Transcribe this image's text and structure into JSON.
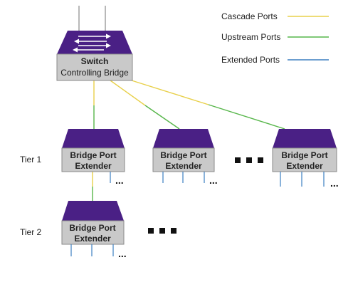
{
  "legend": {
    "cascade": {
      "label": "Cascade Ports",
      "color": "#e8d04a"
    },
    "upstream": {
      "label": "Upstream Ports",
      "color": "#57b64a"
    },
    "extended": {
      "label": "Extended Ports",
      "color": "#3b7fc0"
    }
  },
  "switch": {
    "title": "Switch",
    "subtitle": "Controlling Bridge"
  },
  "tiers": {
    "tier1": "Tier 1",
    "tier2": "Tier 2"
  },
  "extender": {
    "line1": "Bridge Port",
    "line2": "Extender"
  },
  "ellipsis": "...",
  "colors": {
    "purple": "#4a2085",
    "purple_dark": "#3a1568",
    "gray": "#c9c9c9",
    "gray_edge": "#8a8a8a",
    "antenna": "#9a9a9a",
    "text": "#222222",
    "square": "#111111"
  }
}
